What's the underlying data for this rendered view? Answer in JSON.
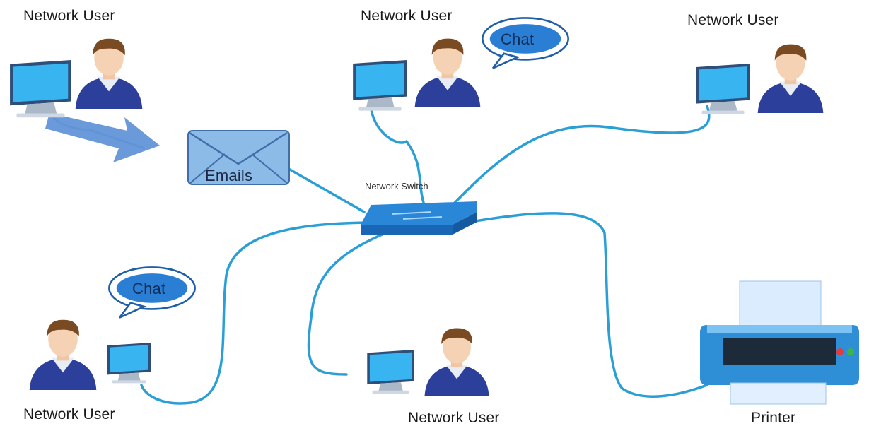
{
  "nodes": {
    "user_top_left": {
      "label": "Network User"
    },
    "user_top_center": {
      "label": "Network User"
    },
    "user_top_right": {
      "label": "Network User"
    },
    "user_bottom_left": {
      "label": "Network User"
    },
    "user_bottom_center": {
      "label": "Network User"
    },
    "printer": {
      "label": "Printer"
    },
    "switch": {
      "label": "Network Switch"
    }
  },
  "email": {
    "label": "Emails"
  },
  "bubbles": {
    "top": {
      "label": "Chat"
    },
    "left": {
      "label": "Chat"
    }
  },
  "colors": {
    "cable": "#2a9fd6",
    "switch": "#1f78c8",
    "shirt": "#2c3f9a",
    "hair": "#7a4a22",
    "skin": "#f6d2b4",
    "screen": "#38b4f0",
    "arrow": "#5b8fd6",
    "bubble": "#2a7fd4",
    "envelope": "#7fb0e0"
  }
}
